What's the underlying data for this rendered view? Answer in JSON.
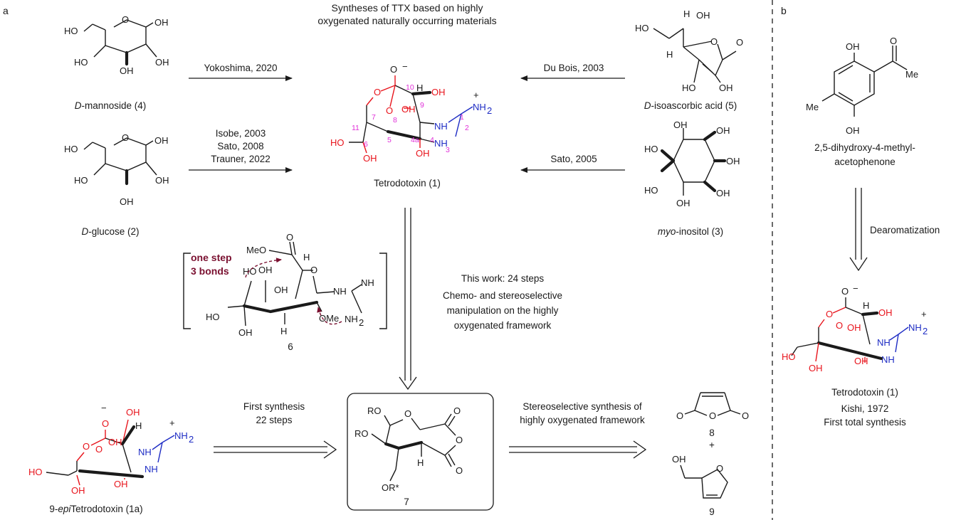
{
  "panels": {
    "a": "a",
    "b": "b"
  },
  "header": {
    "line1": "Syntheses of TTX based on highly",
    "line2": "oxygenated naturally occurring materials"
  },
  "compounds": {
    "mannoside": {
      "prefix": "D",
      "rest": "-mannoside (4)"
    },
    "glucose": {
      "prefix": "D",
      "rest": "-glucose (2)"
    },
    "isoascorbic": {
      "prefix": "D",
      "rest": "-isoascorbic acid (5)"
    },
    "inositol": {
      "prefix": "myo",
      "rest": "-inositol (3)"
    },
    "ttx": "Tetrodotoxin (1)",
    "c6": "6",
    "epi": {
      "prefix": "9-",
      "italic": "epi",
      "rest": "Tetrodotoxin (1a)"
    },
    "c7": "7",
    "c8": "8",
    "c9": "9",
    "plus": "+",
    "acetophenone": {
      "line1": "2,5-dihydroxy-4-methyl-",
      "line2": "acetophenone"
    },
    "ttx_b": "Tetrodotoxin (1)"
  },
  "arrows": {
    "yokoshima": "Yokoshima, 2020",
    "isobe": "Isobe, 2003",
    "sato2008": "Sato, 2008",
    "trauner": "Trauner, 2022",
    "dubois": "Du Bois, 2003",
    "sato2005": "Sato, 2005",
    "thiswork": "This work: 24 steps",
    "chemo1": "Chemo- and stereoselective",
    "chemo2": "manipulation on the highly",
    "chemo3": "oxygenated framework",
    "first1": "First synthesis",
    "first2": "22 steps",
    "stereo1": "Stereoselective synthesis of",
    "stereo2": "highly oxygenated framework",
    "dearom": "Dearomatization"
  },
  "onestep": {
    "line1": "one step",
    "line2": "3 bonds"
  },
  "kishi": {
    "line1": "Kishi, 1972",
    "line2": "First total synthesis"
  },
  "atoms": {
    "OH": "OH",
    "HO": "HO",
    "O": "O",
    "H": "H",
    "NH": "NH",
    "NH2": "NH",
    "sub2": "2",
    "Me": "Me",
    "MeO": "MeO",
    "OMe": "OMe",
    "RO": "RO",
    "ORstar": "OR*",
    "minus": "−",
    "plus": "+",
    "n10": "10",
    "n9": "9",
    "n8": "8",
    "n7": "7",
    "n6": "6",
    "n5": "5",
    "n4": "4",
    "n4a": "4a",
    "n3": "3",
    "n2": "2",
    "n1": "1",
    "n11": "11"
  }
}
